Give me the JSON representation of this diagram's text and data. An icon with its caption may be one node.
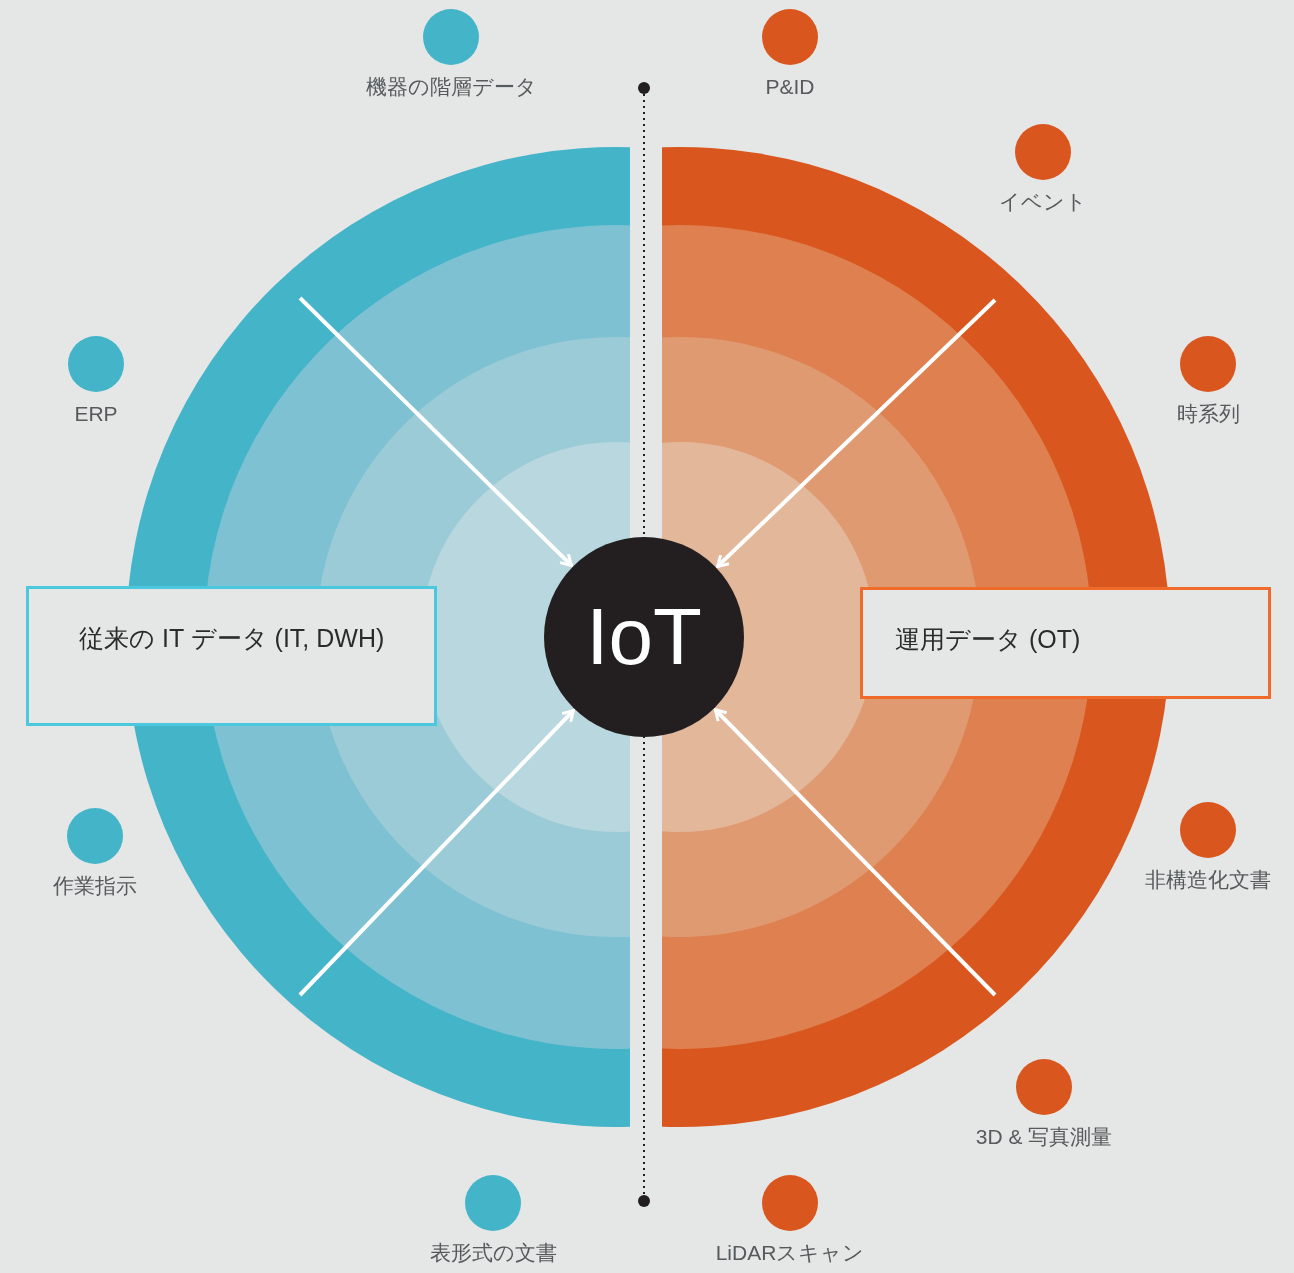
{
  "diagram": {
    "nodes": [
      {
        "text": [
          "機器の階層データ"
        ]
      },
      {
        "text": [
          "P&ID"
        ]
      },
      {
        "text": [
          "イベント"
        ]
      },
      {
        "text": [
          "ERP"
        ]
      },
      {
        "text": [
          "時系列"
        ]
      },
      {
        "text": [
          "従来の IT データ (IT, DWH)"
        ]
      },
      {
        "text": [
          "IoT"
        ]
      },
      {
        "text": [
          "運用データ (OT)"
        ]
      },
      {
        "text": [
          "作業指示"
        ]
      },
      {
        "text": [
          "非構造化文書"
        ]
      },
      {
        "text": [
          "3D & 写真測量"
        ]
      },
      {
        "text": [
          "表形式の文書"
        ]
      },
      {
        "text": [
          "LiDARスキャン"
        ]
      }
    ],
    "edges": [
      {
        "from": null,
        "to": 6,
        "arrow": "to"
      },
      {
        "from": null,
        "to": 6,
        "arrow": "to"
      },
      {
        "from": null,
        "to": 6,
        "arrow": "to"
      },
      {
        "from": null,
        "to": 6,
        "arrow": "to"
      }
    ]
  }
}
